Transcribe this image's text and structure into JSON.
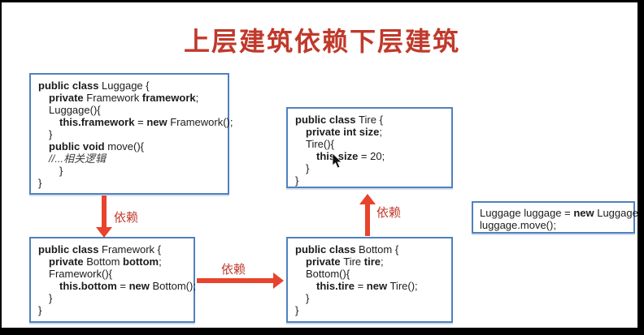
{
  "title": {
    "text": "上层建筑依赖下层建筑"
  },
  "colors": {
    "title_red": "#c0392b",
    "arrow_red": "#e8432c",
    "box_border_blue": "#4f81bd",
    "code_text": "#1c1c1c",
    "comment_gray": "#3c3c3c"
  },
  "boxes": {
    "luggage": {
      "name": "Luggage class",
      "lines": [
        {
          "ind": 0,
          "seg": [
            {
              "t": "public class ",
              "b": 1
            },
            {
              "t": "Luggage {"
            }
          ]
        },
        {
          "ind": 1,
          "seg": [
            {
              "t": "private ",
              "b": 1
            },
            {
              "t": "Framework "
            },
            {
              "t": "framework",
              "b": 1
            },
            {
              "t": ";"
            }
          ]
        },
        {
          "ind": 1,
          "seg": [
            {
              "t": "Luggage(){"
            }
          ]
        },
        {
          "ind": 2,
          "seg": [
            {
              "t": "this.framework",
              "b": 1
            },
            {
              "t": " = "
            },
            {
              "t": "new",
              "b": 1
            },
            {
              "t": " Framework();"
            }
          ]
        },
        {
          "ind": 1,
          "seg": [
            {
              "t": "}"
            }
          ]
        },
        {
          "ind": 1,
          "seg": [
            {
              "t": "public void ",
              "b": 1
            },
            {
              "t": "move(){"
            }
          ]
        },
        {
          "ind": 1,
          "seg": [
            {
              "t": "//...相关逻辑",
              "i": 1
            }
          ]
        },
        {
          "ind": 2,
          "seg": [
            {
              "t": "}"
            }
          ]
        },
        {
          "ind": 0,
          "seg": [
            {
              "t": "}"
            }
          ]
        }
      ]
    },
    "tire": {
      "name": "Tire class",
      "lines": [
        {
          "ind": 0,
          "seg": [
            {
              "t": "public class ",
              "b": 1
            },
            {
              "t": "Tire {"
            }
          ]
        },
        {
          "ind": 1,
          "seg": [
            {
              "t": "private int size",
              "b": 1
            },
            {
              "t": ";"
            }
          ]
        },
        {
          "ind": 1,
          "seg": [
            {
              "t": "Tire(){"
            }
          ]
        },
        {
          "ind": 2,
          "seg": [
            {
              "t": "this.size",
              "b": 1
            },
            {
              "t": " = 20;"
            }
          ]
        },
        {
          "ind": 1,
          "seg": [
            {
              "t": "}"
            }
          ]
        },
        {
          "ind": 0,
          "seg": [
            {
              "t": "}"
            }
          ]
        }
      ]
    },
    "framework": {
      "name": "Framework class",
      "lines": [
        {
          "ind": 0,
          "seg": [
            {
              "t": "public class ",
              "b": 1
            },
            {
              "t": "Framework {"
            }
          ]
        },
        {
          "ind": 1,
          "seg": [
            {
              "t": "private ",
              "b": 1
            },
            {
              "t": "Bottom "
            },
            {
              "t": "bottom",
              "b": 1
            },
            {
              "t": ";"
            }
          ]
        },
        {
          "ind": 1,
          "seg": [
            {
              "t": "Framework(){"
            }
          ]
        },
        {
          "ind": 2,
          "seg": [
            {
              "t": "this.bottom",
              "b": 1
            },
            {
              "t": " = "
            },
            {
              "t": "new",
              "b": 1
            },
            {
              "t": " Bottom();"
            }
          ]
        },
        {
          "ind": 1,
          "seg": [
            {
              "t": "}"
            }
          ]
        },
        {
          "ind": 0,
          "seg": [
            {
              "t": "}"
            }
          ]
        }
      ]
    },
    "bottom": {
      "name": "Bottom class",
      "lines": [
        {
          "ind": 0,
          "seg": [
            {
              "t": "public class ",
              "b": 1
            },
            {
              "t": "Bottom {"
            }
          ]
        },
        {
          "ind": 1,
          "seg": [
            {
              "t": "private ",
              "b": 1
            },
            {
              "t": "Tire "
            },
            {
              "t": "tire",
              "b": 1
            },
            {
              "t": ";"
            }
          ]
        },
        {
          "ind": 1,
          "seg": [
            {
              "t": "Bottom(){"
            }
          ]
        },
        {
          "ind": 2,
          "seg": [
            {
              "t": "this.tire",
              "b": 1
            },
            {
              "t": " = "
            },
            {
              "t": "new",
              "b": 1
            },
            {
              "t": " Tire();"
            }
          ]
        },
        {
          "ind": 1,
          "seg": [
            {
              "t": "}"
            }
          ]
        },
        {
          "ind": 0,
          "seg": [
            {
              "t": "}"
            }
          ]
        }
      ]
    },
    "usage": {
      "name": "usage snippet",
      "lines": [
        {
          "ind": 0,
          "seg": [
            {
              "t": "Luggage luggage = "
            },
            {
              "t": "new",
              "b": 1
            },
            {
              "t": " Luggage();"
            }
          ]
        },
        {
          "ind": 0,
          "seg": [
            {
              "t": "luggage.move();"
            }
          ]
        }
      ]
    }
  },
  "arrows": {
    "luggage_to_framework": {
      "label": "依赖",
      "direction": "down"
    },
    "framework_to_bottom": {
      "label": "依赖",
      "direction": "right"
    },
    "bottom_to_tire": {
      "label": "依赖",
      "direction": "up"
    }
  },
  "cursor": {
    "icon": "arrow-pointer-icon"
  }
}
